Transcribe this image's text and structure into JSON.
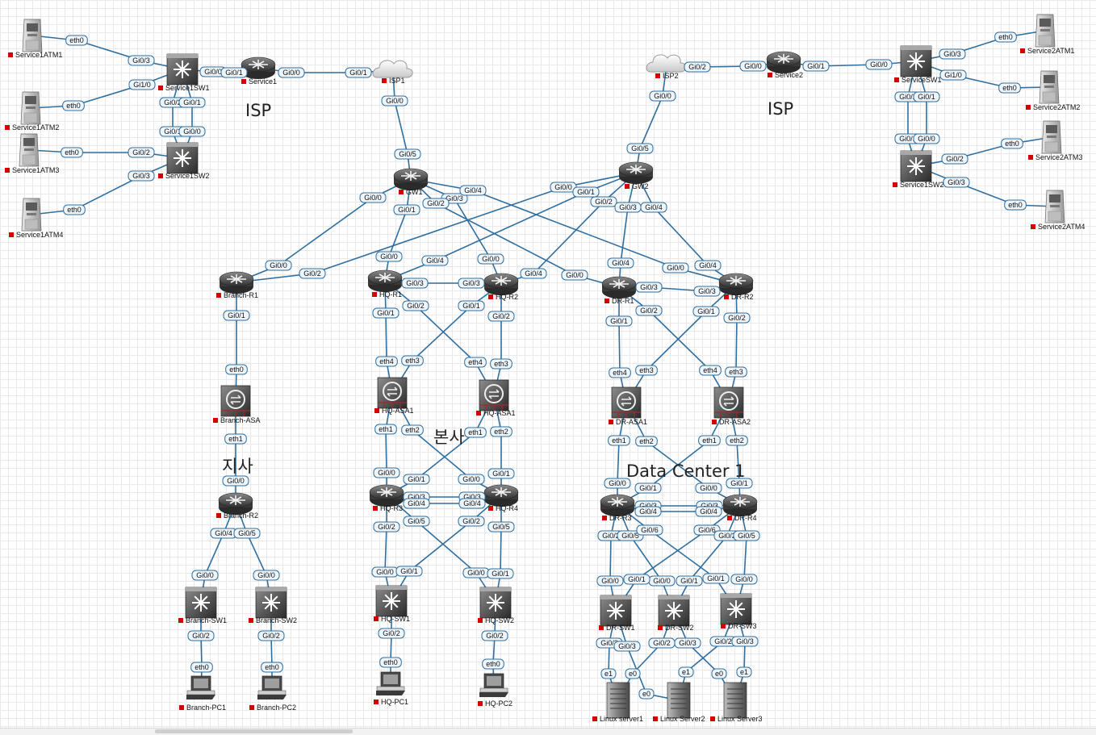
{
  "areas": [
    "ISP",
    "ISP",
    "지사",
    "본사",
    "Data Center 1"
  ],
  "devices": [
    {
      "id": "Service1ATM1",
      "label": "Service1ATM1",
      "type": "atm"
    },
    {
      "id": "Service1ATM2",
      "label": "Service1ATM2",
      "type": "atm"
    },
    {
      "id": "Service1ATM3",
      "label": "Service1ATM3",
      "type": "atm"
    },
    {
      "id": "Service1ATM4",
      "label": "Service1ATM4",
      "type": "atm"
    },
    {
      "id": "Service1SW1",
      "label": "Service1SW1",
      "type": "switch"
    },
    {
      "id": "Service1SW2",
      "label": "Service1SW2",
      "type": "switch"
    },
    {
      "id": "Service1",
      "label": "Service1",
      "type": "router"
    },
    {
      "id": "ISP1",
      "label": "ISP1",
      "type": "cloud"
    },
    {
      "id": "ISP2",
      "label": "ISP2",
      "type": "cloud"
    },
    {
      "id": "Service2",
      "label": "Service2",
      "type": "router"
    },
    {
      "id": "ServiceSW1",
      "label": "ServiceSW1",
      "type": "switch"
    },
    {
      "id": "Service1SW2b",
      "label": "Service1SW2",
      "type": "switch"
    },
    {
      "id": "Service2ATM1",
      "label": "Service2ATM1",
      "type": "atm"
    },
    {
      "id": "Service2ATM2",
      "label": "Service2ATM2",
      "type": "atm"
    },
    {
      "id": "Service2ATM3",
      "label": "Service2ATM3",
      "type": "atm"
    },
    {
      "id": "Service2ATM4",
      "label": "Service2ATM4",
      "type": "atm"
    },
    {
      "id": "GW1",
      "label": "GW1",
      "type": "router"
    },
    {
      "id": "GW2",
      "label": "GW2",
      "type": "router"
    },
    {
      "id": "BranchR1",
      "label": "Branch-R1",
      "type": "router"
    },
    {
      "id": "BranchASA",
      "label": "Branch-ASA",
      "type": "firewall"
    },
    {
      "id": "BranchR2",
      "label": "Branch-R2",
      "type": "router"
    },
    {
      "id": "BranchSW1",
      "label": "Branch-SW1",
      "type": "switch"
    },
    {
      "id": "BranchSW2",
      "label": "Branch-SW2",
      "type": "switch"
    },
    {
      "id": "BranchPC1",
      "label": "Branch-PC1",
      "type": "pc"
    },
    {
      "id": "BranchPC2",
      "label": "Branch-PC2",
      "type": "pc"
    },
    {
      "id": "HQR1",
      "label": "HQ-R1",
      "type": "router"
    },
    {
      "id": "HQR2",
      "label": "HQ-R2",
      "type": "router"
    },
    {
      "id": "HQASA1",
      "label": "HQ-ASA1",
      "type": "firewall"
    },
    {
      "id": "HQASA1b",
      "label": "HQ-ASA1",
      "type": "firewall"
    },
    {
      "id": "HQR3",
      "label": "HQ-R3",
      "type": "router"
    },
    {
      "id": "HQR4",
      "label": "HQ-R4",
      "type": "router"
    },
    {
      "id": "HQSW1",
      "label": "HQ-SW1",
      "type": "switch"
    },
    {
      "id": "HQSW2",
      "label": "HQ-SW2",
      "type": "switch"
    },
    {
      "id": "HQPC1",
      "label": "HQ-PC1",
      "type": "pc"
    },
    {
      "id": "HQPC2",
      "label": "HQ-PC2",
      "type": "pc"
    },
    {
      "id": "DRR1",
      "label": "DR-R1",
      "type": "router"
    },
    {
      "id": "DRR2",
      "label": "DR-R2",
      "type": "router"
    },
    {
      "id": "DRASA1",
      "label": "DR-ASA1",
      "type": "firewall"
    },
    {
      "id": "DRASA2",
      "label": "DR-ASA2",
      "type": "firewall"
    },
    {
      "id": "DRR3",
      "label": "DR-R3",
      "type": "router"
    },
    {
      "id": "DRR4",
      "label": "DR-R4",
      "type": "router"
    },
    {
      "id": "DRSW1",
      "label": "DR-SW1",
      "type": "switch"
    },
    {
      "id": "DRSW2",
      "label": "DR-SW2",
      "type": "switch"
    },
    {
      "id": "DRSW3",
      "label": "DR-SW3",
      "type": "switch"
    },
    {
      "id": "Linux1",
      "label": "Linux server1",
      "type": "server"
    },
    {
      "id": "Linux2",
      "label": "Linux Server2",
      "type": "server"
    },
    {
      "id": "Linux3",
      "label": "Linux Server3",
      "type": "server"
    }
  ],
  "links": [
    {
      "a": "Service1ATM1",
      "b": "Service1SW1",
      "pa": "eth0",
      "pb": "Gi0/3"
    },
    {
      "a": "Service1ATM2",
      "b": "Service1SW1",
      "pa": "eth0",
      "pb": "Gi1/0"
    },
    {
      "a": "Service1ATM3",
      "b": "Service1SW2",
      "pa": "eth0",
      "pb": "Gi0/2"
    },
    {
      "a": "Service1ATM4",
      "b": "Service1SW2",
      "pa": "eth0",
      "pb": "Gi0/3"
    },
    {
      "a": "Service1SW1",
      "b": "Service1SW2",
      "pa": "Gi0/2",
      "pb": "Gi0/1"
    },
    {
      "a": "Service1SW1",
      "b": "Service1SW2",
      "pa": "Gi0/1",
      "pb": "Gi0/0"
    },
    {
      "a": "Service1SW1",
      "b": "Service1",
      "pa": "Gi0/0",
      "pb": "Gi0/1"
    },
    {
      "a": "Service1",
      "b": "ISP1",
      "pa": "Gi0/0",
      "pb": "Gi0/1"
    },
    {
      "a": "ISP2",
      "b": "Service2",
      "pa": "Gi0/2",
      "pb": "Gi0/0"
    },
    {
      "a": "Service2",
      "b": "ServiceSW1",
      "pa": "Gi0/1",
      "pb": "Gi0/0"
    },
    {
      "a": "ServiceSW1",
      "b": "Service2ATM1",
      "pa": "Gi0/3",
      "pb": "eth0"
    },
    {
      "a": "ServiceSW1",
      "b": "Service2ATM2",
      "pa": "Gi1/0",
      "pb": "eth0"
    },
    {
      "a": "ServiceSW1",
      "b": "Service1SW2b",
      "pa": "Gi0/2",
      "pb": "Gi0/1"
    },
    {
      "a": "ServiceSW1",
      "b": "Service1SW2b",
      "pa": "Gi0/1",
      "pb": "Gi0/0"
    },
    {
      "a": "Service1SW2b",
      "b": "Service2ATM3",
      "pa": "Gi0/2",
      "pb": "eth0"
    },
    {
      "a": "Service1SW2b",
      "b": "Service2ATM4",
      "pa": "Gi0/3",
      "pb": "eth0"
    },
    {
      "a": "ISP1",
      "b": "GW1",
      "pa": "Gi0/0",
      "pb": "Gi0/5"
    },
    {
      "a": "ISP2",
      "b": "GW2",
      "pa": "Gi0/0",
      "pb": "Gi0/5"
    },
    {
      "a": "GW1",
      "b": "BranchR1",
      "pa": "Gi0/0",
      "pb": "Gi0/0"
    },
    {
      "a": "GW2",
      "b": "BranchR1",
      "pa": "Gi0/0",
      "pb": "Gi0/2"
    },
    {
      "a": "GW1",
      "b": "HQR1",
      "pa": "Gi0/1",
      "pb": "Gi0/0"
    },
    {
      "a": "GW1",
      "b": "HQR2",
      "pa": "Gi0/3",
      "pb": "Gi0/0"
    },
    {
      "a": "GW1",
      "b": "DRR1",
      "pa": "Gi0/2",
      "pb": "Gi0/0"
    },
    {
      "a": "GW1",
      "b": "DRR2",
      "pa": "Gi0/4",
      "pb": "Gi0/0"
    },
    {
      "a": "GW2",
      "b": "HQR1",
      "pa": "Gi0/1",
      "pb": "Gi0/4"
    },
    {
      "a": "GW2",
      "b": "HQR2",
      "pa": "Gi0/2",
      "pb": "Gi0/4"
    },
    {
      "a": "GW2",
      "b": "DRR1",
      "pa": "Gi0/3",
      "pb": "Gi0/4"
    },
    {
      "a": "GW2",
      "b": "DRR2",
      "pa": "Gi0/4",
      "pb": "Gi0/4"
    },
    {
      "a": "BranchR1",
      "b": "BranchASA",
      "pa": "Gi0/1",
      "pb": "eth0"
    },
    {
      "a": "BranchASA",
      "b": "BranchR2",
      "pa": "eth1",
      "pb": "Gi0/0"
    },
    {
      "a": "BranchR2",
      "b": "BranchSW1",
      "pa": "Gi0/4",
      "pb": "Gi0/0"
    },
    {
      "a": "BranchR2",
      "b": "BranchSW2",
      "pa": "Gi0/5",
      "pb": "Gi0/0"
    },
    {
      "a": "BranchSW1",
      "b": "BranchPC1",
      "pa": "Gi0/2",
      "pb": "eth0"
    },
    {
      "a": "BranchSW2",
      "b": "BranchPC2",
      "pa": "Gi0/2",
      "pb": "eth0"
    },
    {
      "a": "HQR1",
      "b": "HQR2",
      "pa": "Gi0/3",
      "pb": "Gi0/3"
    },
    {
      "a": "HQR1",
      "b": "HQASA1",
      "pa": "Gi0/1",
      "pb": "eth4"
    },
    {
      "a": "HQR1",
      "b": "HQASA1b",
      "pa": "Gi0/2",
      "pb": "eth4"
    },
    {
      "a": "HQR2",
      "b": "HQASA1",
      "pa": "Gi0/1",
      "pb": "eth3"
    },
    {
      "a": "HQR2",
      "b": "HQASA1b",
      "pa": "Gi0/2",
      "pb": "eth3"
    },
    {
      "a": "HQASA1",
      "b": "HQR3",
      "pa": "eth1",
      "pb": "Gi0/0"
    },
    {
      "a": "HQASA1",
      "b": "HQR4",
      "pa": "eth2",
      "pb": "Gi0/0"
    },
    {
      "a": "HQASA1b",
      "b": "HQR3",
      "pa": "eth1",
      "pb": "Gi0/1"
    },
    {
      "a": "HQASA1b",
      "b": "HQR4",
      "pa": "eth2",
      "pb": "Gi0/1"
    },
    {
      "a": "HQR3",
      "b": "HQR4",
      "pa": "Gi0/3",
      "pb": "Gi0/3"
    },
    {
      "a": "HQR3",
      "b": "HQR4",
      "pa": "Gi0/4",
      "pb": "Gi0/4"
    },
    {
      "a": "HQR3",
      "b": "HQSW1",
      "pa": "Gi0/2",
      "pb": "Gi0/0"
    },
    {
      "a": "HQR3",
      "b": "HQSW2",
      "pa": "Gi0/5",
      "pb": "Gi0/0"
    },
    {
      "a": "HQR4",
      "b": "HQSW1",
      "pa": "Gi0/2",
      "pb": "Gi0/1"
    },
    {
      "a": "HQR4",
      "b": "HQSW2",
      "pa": "Gi0/5",
      "pb": "Gi0/1"
    },
    {
      "a": "HQSW1",
      "b": "HQPC1",
      "pa": "Gi0/2",
      "pb": "eth0"
    },
    {
      "a": "HQSW2",
      "b": "HQPC2",
      "pa": "Gi0/2",
      "pb": "eth0"
    },
    {
      "a": "DRR1",
      "b": "DRR2",
      "pa": "Gi0/3",
      "pb": "Gi0/3"
    },
    {
      "a": "DRR1",
      "b": "DRASA1",
      "pa": "Gi0/1",
      "pb": "eth4"
    },
    {
      "a": "DRR1",
      "b": "DRASA2",
      "pa": "Gi0/2",
      "pb": "eth4"
    },
    {
      "a": "DRR2",
      "b": "DRASA1",
      "pa": "Gi0/1",
      "pb": "eth3"
    },
    {
      "a": "DRR2",
      "b": "DRASA2",
      "pa": "Gi0/2",
      "pb": "eth3"
    },
    {
      "a": "DRASA1",
      "b": "DRR3",
      "pa": "eth1",
      "pb": "Gi0/0"
    },
    {
      "a": "DRASA1",
      "b": "DRR4",
      "pa": "eth2",
      "pb": "Gi0/0"
    },
    {
      "a": "DRASA2",
      "b": "DRR3",
      "pa": "eth1",
      "pb": "Gi0/1"
    },
    {
      "a": "DRASA2",
      "b": "DRR4",
      "pa": "eth2",
      "pb": "Gi0/1"
    },
    {
      "a": "DRR3",
      "b": "DRR4",
      "pa": "Gi0/3",
      "pb": "Gi0/3"
    },
    {
      "a": "DRR3",
      "b": "DRR4",
      "pa": "Gi0/4",
      "pb": "Gi0/4"
    },
    {
      "a": "DRR3",
      "b": "DRSW1",
      "pa": "Gi0/2",
      "pb": "Gi0/0"
    },
    {
      "a": "DRR3",
      "b": "DRSW2",
      "pa": "Gi0/5",
      "pb": "Gi0/0"
    },
    {
      "a": "DRR3",
      "b": "DRSW3",
      "pa": "Gi0/6",
      "pb": "Gi0/1"
    },
    {
      "a": "DRR4",
      "b": "DRSW1",
      "pa": "Gi0/6",
      "pb": "Gi0/1"
    },
    {
      "a": "DRR4",
      "b": "DRSW2",
      "pa": "Gi0/2",
      "pb": "Gi0/1"
    },
    {
      "a": "DRR4",
      "b": "DRSW3",
      "pa": "Gi0/5",
      "pb": "Gi0/0"
    },
    {
      "a": "DRSW1",
      "b": "Linux1",
      "pa": "Gi0/2",
      "pb": "e1"
    },
    {
      "a": "DRSW1",
      "b": "Linux2",
      "pa": "Gi0/3",
      "pb": "e0"
    },
    {
      "a": "DRSW2",
      "b": "Linux1",
      "pa": "Gi0/2",
      "pb": "e0"
    },
    {
      "a": "DRSW2",
      "b": "Linux3",
      "pa": "Gi0/3",
      "pb": "e0"
    },
    {
      "a": "DRSW3",
      "b": "Linux2",
      "pa": "Gi0/2",
      "pb": "e1"
    },
    {
      "a": "DRSW3",
      "b": "Linux3",
      "pa": "Gi0/3",
      "pb": "e1"
    }
  ]
}
